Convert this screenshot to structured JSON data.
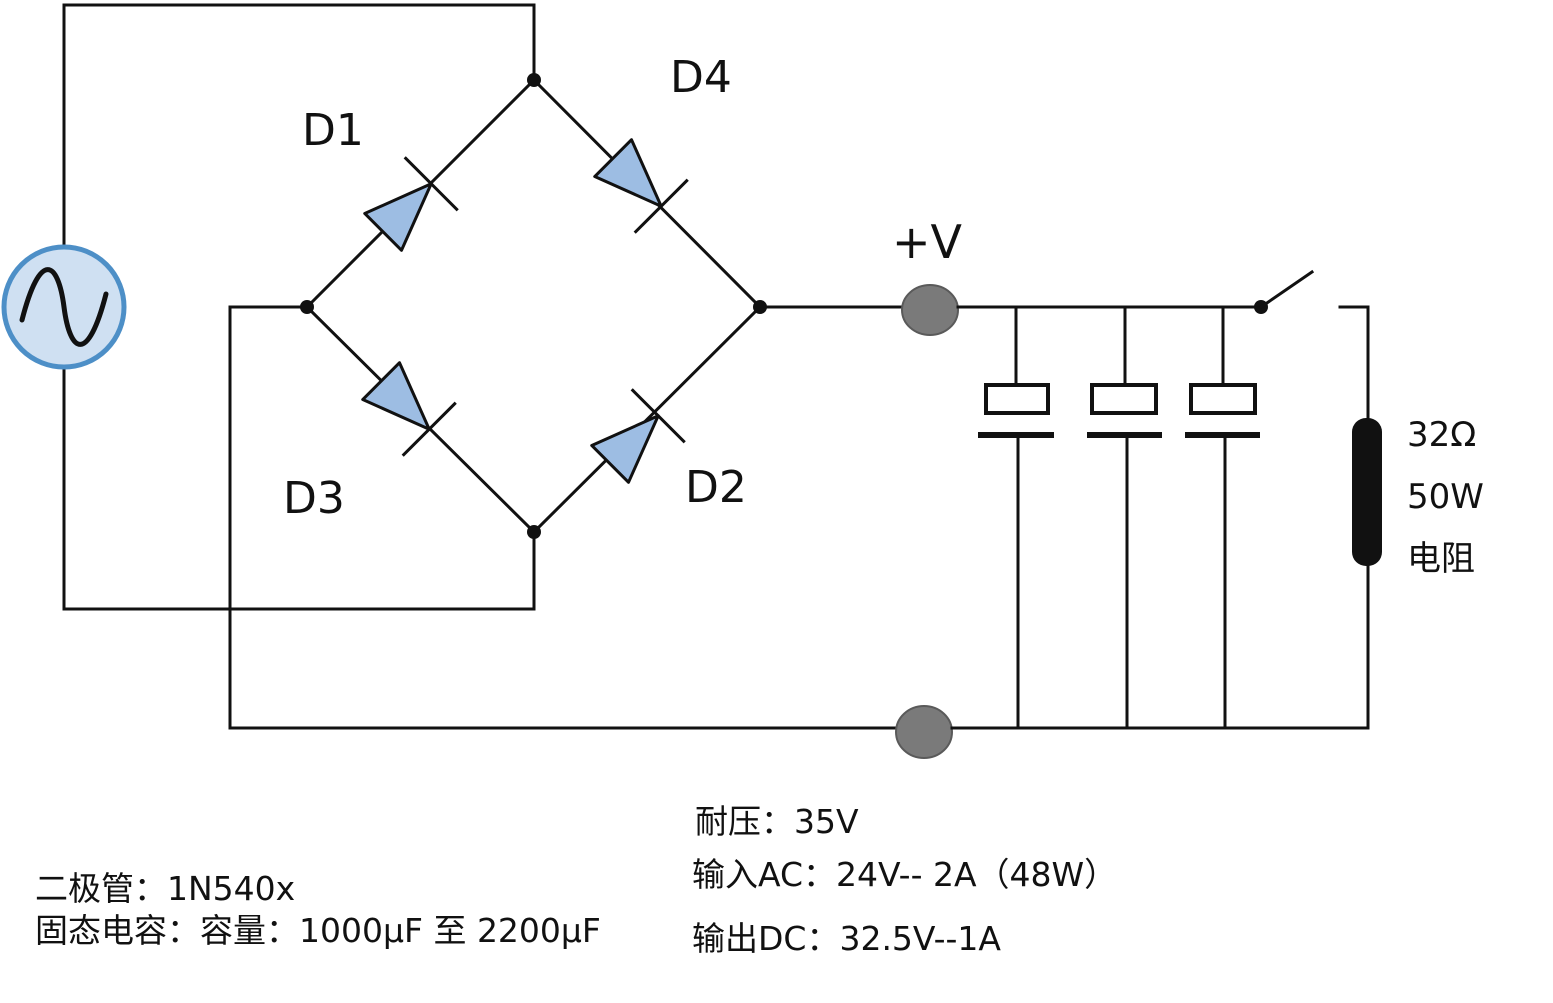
{
  "labels": {
    "d1": "D1",
    "d2": "D2",
    "d3": "D3",
    "d4": "D4",
    "plus_v": "+V",
    "resistor_ohms": "32Ω",
    "resistor_watts": "50W",
    "resistor_name": "电阻"
  },
  "notes": {
    "diode": "二极管：1N540x",
    "capacitor": "固态电容：容量：1000μF 至 2200μF",
    "voltage_rating": "耐压：35V",
    "input": "输入AC：24V-- 2A（48W）",
    "output": "输出DC：32.5V--1A"
  },
  "colors": {
    "diode_fill": "#9dbde3",
    "source_fill": "#cfe0f2",
    "terminal_fill": "#7a7a7a",
    "wire": "#111111"
  }
}
